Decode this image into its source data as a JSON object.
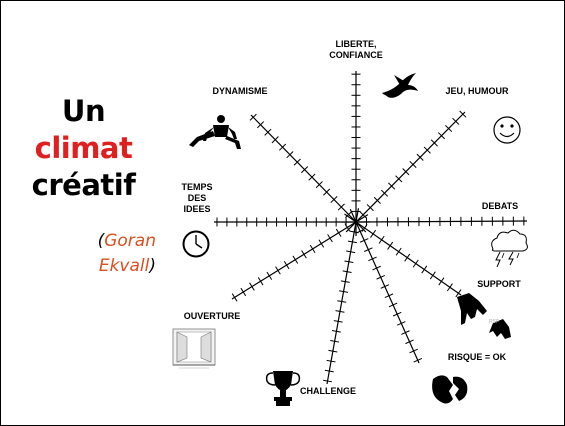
{
  "title": {
    "line1": "Un",
    "line2": "climat",
    "line3": "créatif",
    "colors": {
      "line1": "#000000",
      "line2": "#e02020",
      "line3": "#000000"
    }
  },
  "author": {
    "open_paren": "(",
    "first_name": "Goran",
    "last_name": "Ekvall",
    "close_paren": ")",
    "color": "#d94f1e"
  },
  "axes": [
    {
      "id": "liberte",
      "line1": "LIBERTE,",
      "line2": "CONFIANCE",
      "icon": "bird-icon"
    },
    {
      "id": "jeu",
      "line1": "JEU, HUMOUR",
      "line2": "",
      "icon": "smiley-icon"
    },
    {
      "id": "debats",
      "line1": "DEBATS",
      "line2": "",
      "icon": "storm-cloud-icon"
    },
    {
      "id": "support",
      "line1": "SUPPORT",
      "line2": "",
      "icon": "helping-hands-icon"
    },
    {
      "id": "risque",
      "line1": "RISQUE = OK",
      "line2": "",
      "icon": "broken-egg-icon"
    },
    {
      "id": "challenge",
      "line1": "CHALLENGE",
      "line2": "",
      "icon": "trophy-icon"
    },
    {
      "id": "ouverture",
      "line1": "OUVERTURE",
      "line2": "",
      "icon": "open-window-icon"
    },
    {
      "id": "temps",
      "line1": "TEMPS",
      "line2": "DES",
      "line3": "IDEES",
      "icon": "clock-icon"
    },
    {
      "id": "dynamisme",
      "line1": "DYNAMISME",
      "line2": "",
      "icon": "jumping-person-icon"
    }
  ]
}
